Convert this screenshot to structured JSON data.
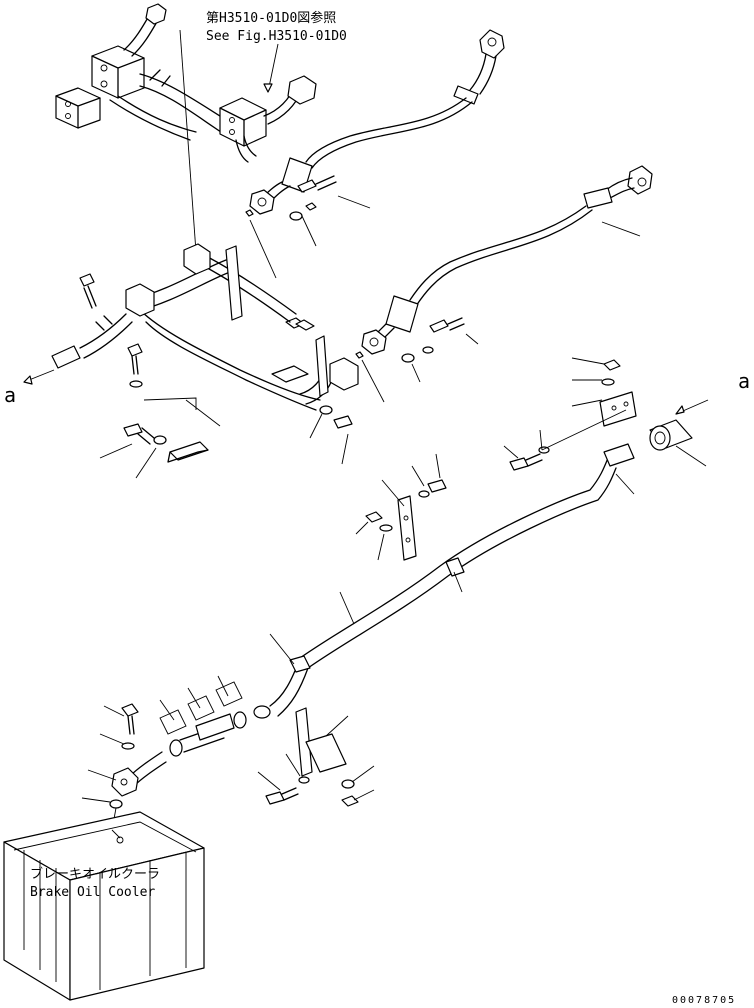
{
  "reference_note": {
    "japanese": "第H3510-01D0図参照",
    "english": "See Fig.H3510-01D0"
  },
  "connector_labels": {
    "left": "a",
    "right": "a"
  },
  "component_label": {
    "japanese": "ブレーキオイルクーラ",
    "english": "Brake Oil Cooler"
  },
  "drawing_number": "00078705"
}
